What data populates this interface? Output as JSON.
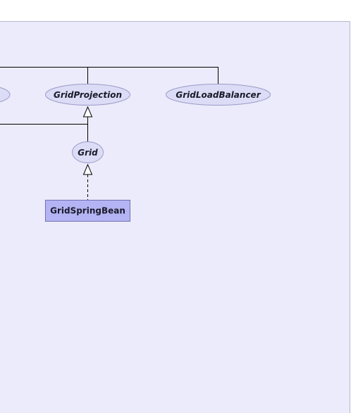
{
  "diagram": {
    "interfaces": {
      "grid_projection": "GridProjection",
      "grid_load_balancer": "GridLoadBalancer",
      "grid": "Grid"
    },
    "classes": {
      "grid_spring_bean": "GridSpringBean"
    },
    "colors": {
      "background": "#ebebfb",
      "interface_fill": "#dcdcf6",
      "interface_stroke": "#9a9ac8",
      "class_fill": "#b4b4f4",
      "class_stroke": "#7070b0",
      "line": "#000000"
    }
  }
}
